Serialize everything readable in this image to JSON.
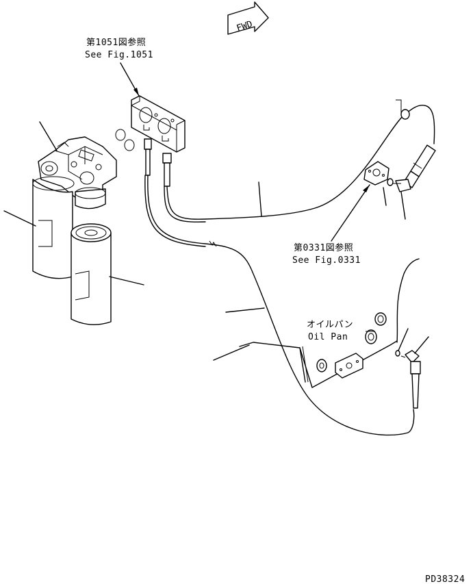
{
  "fwd_arrow": {
    "text": "FWD"
  },
  "callouts": {
    "fig1051": {
      "jp": "第1051図参照",
      "en": "See Fig.1051"
    },
    "fig0331": {
      "jp": "第0331図参照",
      "en": "See Fig.0331"
    },
    "oil_pan": {
      "jp": "オイルパン",
      "en": "Oil Pan"
    }
  },
  "drawing_number": "PD38324"
}
